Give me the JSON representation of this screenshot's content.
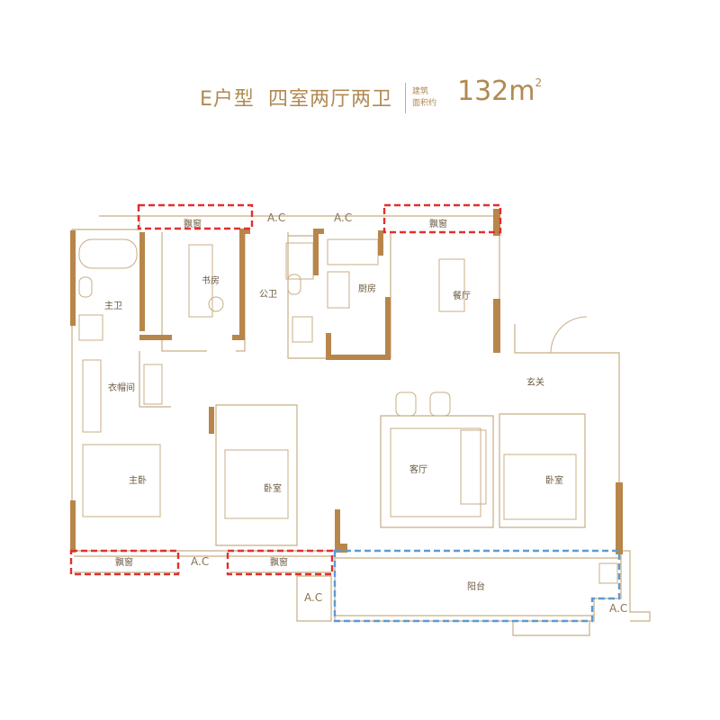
{
  "header": {
    "unit_type": "E户型",
    "layout": "四室两厅两卫",
    "area_label_1": "建筑",
    "area_label_2": "面积约",
    "area_value": "132m",
    "area_unit_sup": "2"
  },
  "rooms": {
    "master_bath": "主卫",
    "study": "书房",
    "public_bath": "公卫",
    "kitchen": "厨房",
    "dining": "餐厅",
    "closet": "衣帽间",
    "entrance": "玄关",
    "master_bedroom": "主卧",
    "bedroom_2": "卧室",
    "living": "客厅",
    "bedroom_3": "卧室",
    "balcony": "阳台"
  },
  "features": {
    "bay_window": "飘窗",
    "ac": "A.C"
  },
  "colors": {
    "wall": "#b8864a",
    "line": "#c8ad85",
    "bay_highlight": "#e0302e",
    "balcony_highlight": "#5b9bd5",
    "text": "#b08a52"
  }
}
